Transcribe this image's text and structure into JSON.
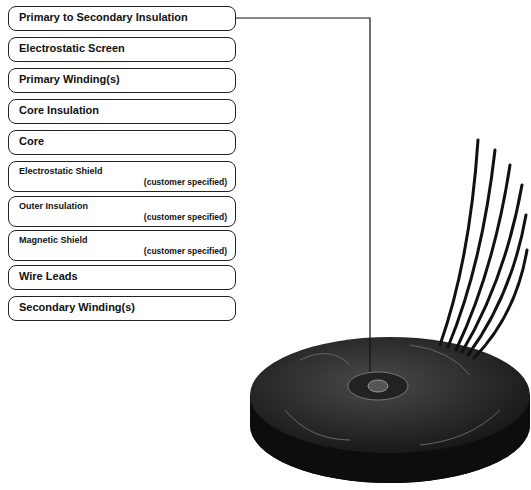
{
  "diagram": {
    "nodes": [
      {
        "text": [
          "Primary to Secondary Insulation"
        ]
      },
      {
        "text": [
          "Electrostatic Screen"
        ]
      },
      {
        "text": [
          "Primary Winding(s)"
        ]
      },
      {
        "text": [
          "Core Insulation"
        ]
      },
      {
        "text": [
          "Core"
        ]
      },
      {
        "text": [
          "Electrostatic Shield",
          "(customer specified)"
        ]
      },
      {
        "text": [
          "Outer Insulation",
          "(customer specified)"
        ]
      },
      {
        "text": [
          "Magnetic Shield",
          "(customer specified)"
        ]
      },
      {
        "text": [
          "Wire Leads"
        ]
      },
      {
        "text": [
          "Secondary Winding(s)"
        ]
      }
    ]
  }
}
